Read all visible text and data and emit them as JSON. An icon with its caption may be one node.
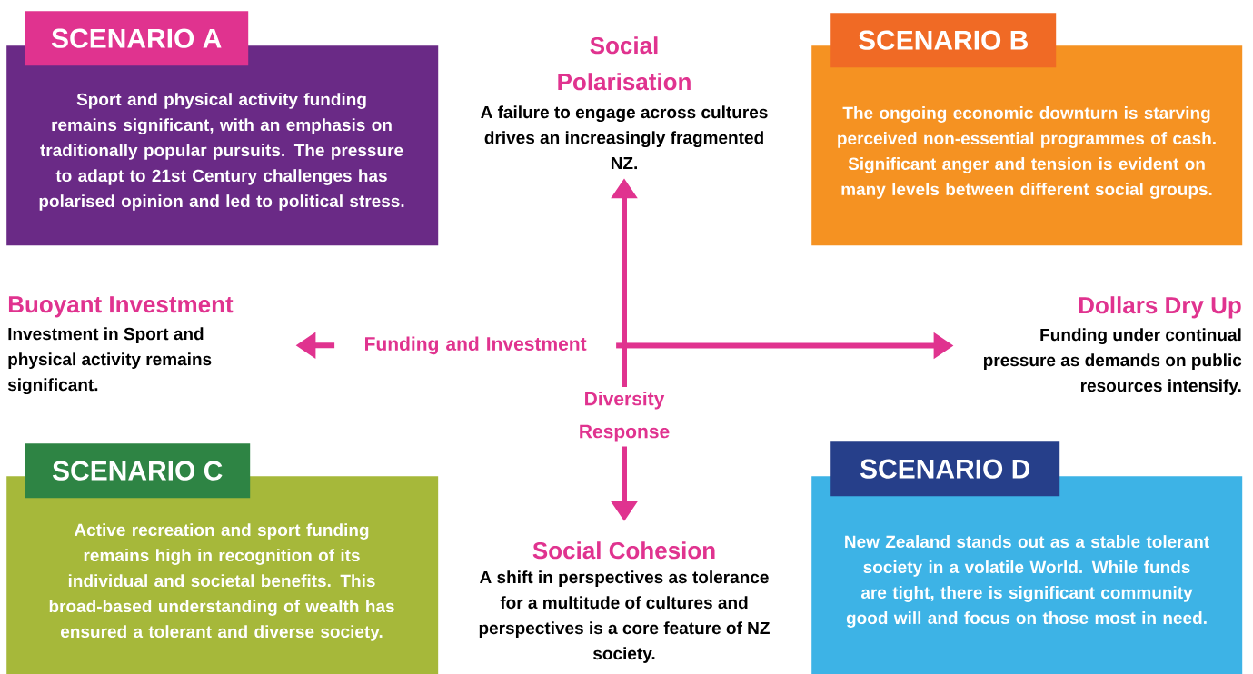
{
  "diagram": {
    "nodes": [
      {
        "text": [
          "SCENARIO A",
          "Sport and physical activity funding remains significant, with an emphasis on traditionally popular pursuits. The pressure to adapt to 21st Century challenges has polarised opinion and led to political stress."
        ]
      },
      {
        "text": [
          "Social Polarisation",
          "A failure to engage across cultures drives an increasingly fragmented NZ."
        ]
      },
      {
        "text": [
          "SCENARIO B",
          "The ongoing economic downturn is starving perceived non-essential programmes of cash. Significant anger and tension is evident on many levels between different social groups."
        ]
      },
      {
        "text": [
          "Buoyant Investment",
          "Investment in Sport and physical activity remains significant."
        ]
      },
      {
        "text": [
          "Dollars Dry Up",
          "Funding under continual pressure as demands on public resources intensify."
        ]
      },
      {
        "text": [
          "SCENARIO C",
          "Active recreation and sport funding remains high in recognition of its individual and societal benefits. This broad-based understanding of wealth has ensured a tolerant and diverse society."
        ]
      },
      {
        "text": [
          "Social Cohesion",
          "A shift in perspectives as tolerance for a multitude of cultures and perspectives is a core feature of NZ society."
        ]
      },
      {
        "text": [
          "SCENARIO D",
          "New Zealand stands out as a stable tolerant society in a volatile World. While funds are tight, there is significant community good will and focus on those most in need."
        ]
      }
    ],
    "edges": [
      {
        "from": 3,
        "to": 4,
        "arrow": "both",
        "label": "Funding and Investment"
      },
      {
        "from": 6,
        "to": 1,
        "arrow": "both",
        "label": "Diversity Response"
      }
    ]
  }
}
